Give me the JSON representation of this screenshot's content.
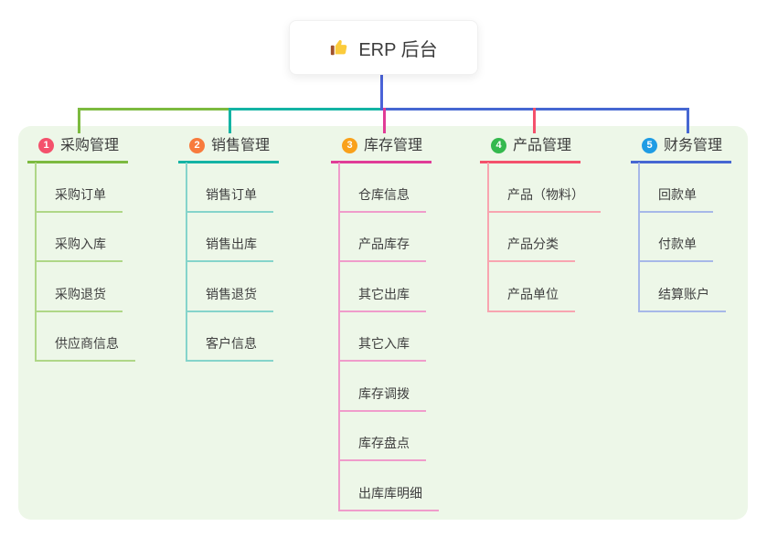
{
  "root": {
    "label": "ERP 后台",
    "icon": "thumbs-up-icon"
  },
  "colors": {
    "page_bg": "#ffffff",
    "canvas_bg": "#EDF7E8",
    "root_line": "#4A63D8",
    "title_text": "#3C3C3C",
    "child_text": "#3F3F3F",
    "thumb_gold": "#FBCB3C",
    "thumb_sleeve": "#A0522D"
  },
  "branches": [
    {
      "badge": "1",
      "badge_color": "#F4516C",
      "line_color": "#7CBA3F",
      "light_color": "#AFD787",
      "title": "采购管理",
      "children": [
        "采购订单",
        "采购入库",
        "采购退货",
        "供应商信息"
      ]
    },
    {
      "badge": "2",
      "badge_color": "#F87B3D",
      "line_color": "#13B3A4",
      "light_color": "#85D4CB",
      "title": "销售管理",
      "children": [
        "销售订单",
        "销售出库",
        "销售退货",
        "客户信息"
      ]
    },
    {
      "badge": "3",
      "badge_color": "#F9A11B",
      "line_color": "#E03C97",
      "light_color": "#F09CCB",
      "title": "库存管理",
      "children": [
        "仓库信息",
        "产品库存",
        "其它出库",
        "其它入库",
        "库存调拨",
        "库存盘点",
        "出库库明细"
      ]
    },
    {
      "badge": "4",
      "badge_color": "#35B94E",
      "line_color": "#F4516C",
      "light_color": "#F8A5B0",
      "title": "产品管理",
      "children": [
        "产品（物料）",
        "产品分类",
        "产品单位"
      ]
    },
    {
      "badge": "5",
      "badge_color": "#1F9CE4",
      "line_color": "#4667D2",
      "light_color": "#A7B8E8",
      "title": "财务管理",
      "children": [
        "回款单",
        "付款单",
        "结算账户"
      ]
    }
  ]
}
